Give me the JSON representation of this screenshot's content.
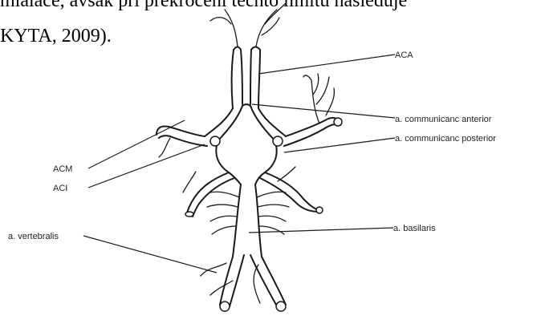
{
  "document": {
    "line1": "mialace, avšak při překročení těchto limitů následuje",
    "line2": "KYTA, 2009)."
  },
  "figure": {
    "labels": {
      "aca": "ACA",
      "communicans_anterior": "a. communicanc anterior",
      "communicans_posterior": "a. communicanc posterior",
      "acm": "ACM",
      "aci": "ACI",
      "basilaris": "a. basilaris",
      "vertebralis": "a. vertebralis"
    }
  }
}
